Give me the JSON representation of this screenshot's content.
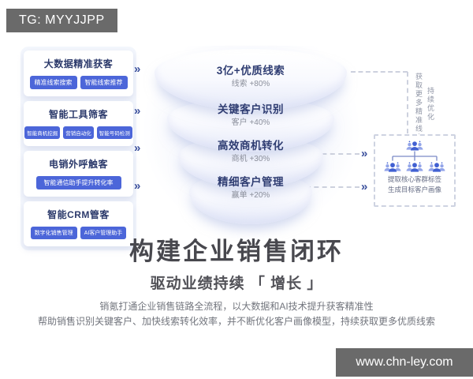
{
  "badge": {
    "text": "TG: MYYJJPP"
  },
  "watermark": {
    "text": "www.chn-ley.com"
  },
  "glyphs": {
    "chevron_right": "»",
    "chevron_left": "«"
  },
  "left_panel": {
    "cards": [
      {
        "title": "大数据精准获客",
        "tags": [
          "精准线索搜索",
          "智能线索推荐"
        ]
      },
      {
        "title": "智能工具筛客",
        "tags": [
          "智能商机挖掘",
          "营销自动化",
          "智能号码检测"
        ]
      },
      {
        "title": "电销外呼触客",
        "tags": [
          "智能通信助手提升转化率"
        ]
      },
      {
        "title": "智能CRM管客",
        "tags": [
          "数字化销售管理",
          "AI客户管理助手"
        ]
      }
    ]
  },
  "funnel": {
    "layers": [
      {
        "title": "3亿+优质线索",
        "metric": "线索 +80%"
      },
      {
        "title": "关键客户识别",
        "metric": "客户 +40%"
      },
      {
        "title": "高效商机转化",
        "metric": "商机 +30%"
      },
      {
        "title": "精细客户管理",
        "metric": "赢单 +20%"
      }
    ]
  },
  "feedback": {
    "optimize_text": "持续优化",
    "acquire_text": "获取更多精准线索"
  },
  "profile_box": {
    "lines": [
      "提取核心客群标签",
      "生成目标客户画像"
    ]
  },
  "headline": {
    "title": "构建企业销售闭环",
    "subtitle": "驱动业绩持续 「 增长 」"
  },
  "description": {
    "line1": "销氪打通企业销售链路全流程，以大数据和AI技术提升获客精准性",
    "line2": "帮助销售识别关键客户、加快线索转化效率，并不断优化客户画像模型，持续获取更多优质线索"
  },
  "colors": {
    "accent_blue": "#4c66d9",
    "navy_text": "#2c3a6b",
    "chevron": "#3a4f9c",
    "metric_gray": "#8b8f9b",
    "badge_bg": "#6a6a6a",
    "dashed_line": "#cdd1de"
  }
}
